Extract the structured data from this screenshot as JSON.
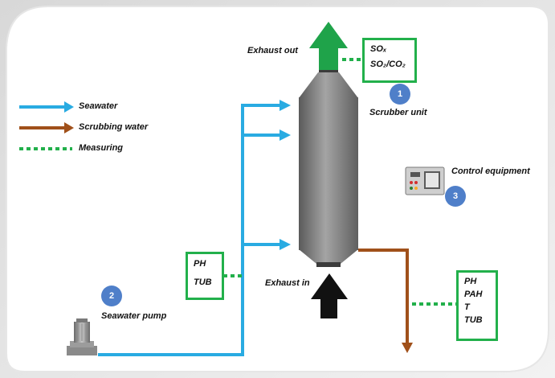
{
  "legend": {
    "seawater": "Seawater",
    "scrubbing_water": "Scrubbing water",
    "measuring": "Measuring"
  },
  "labels": {
    "exhaust_out": "Exhaust out",
    "exhaust_in": "Exhaust in",
    "scrubber_unit": "Scrubber unit",
    "seawater_pump": "Seawater pump",
    "control_equipment": "Control equipment"
  },
  "boxes": {
    "top": [
      "SOₓ",
      "SO₂/CO₂"
    ],
    "left": [
      "PH",
      "TUB"
    ],
    "right": [
      "PH",
      "PAH",
      "T",
      "TUB"
    ]
  },
  "badges": [
    "1",
    "2",
    "3"
  ],
  "colors": {
    "seawater": "#29abe2",
    "scrubbing_water": "#a0501a",
    "measuring": "#22b04b",
    "arrow_out": "#1fa34a",
    "arrow_in": "#111111",
    "badge": "#4f7fc9"
  }
}
